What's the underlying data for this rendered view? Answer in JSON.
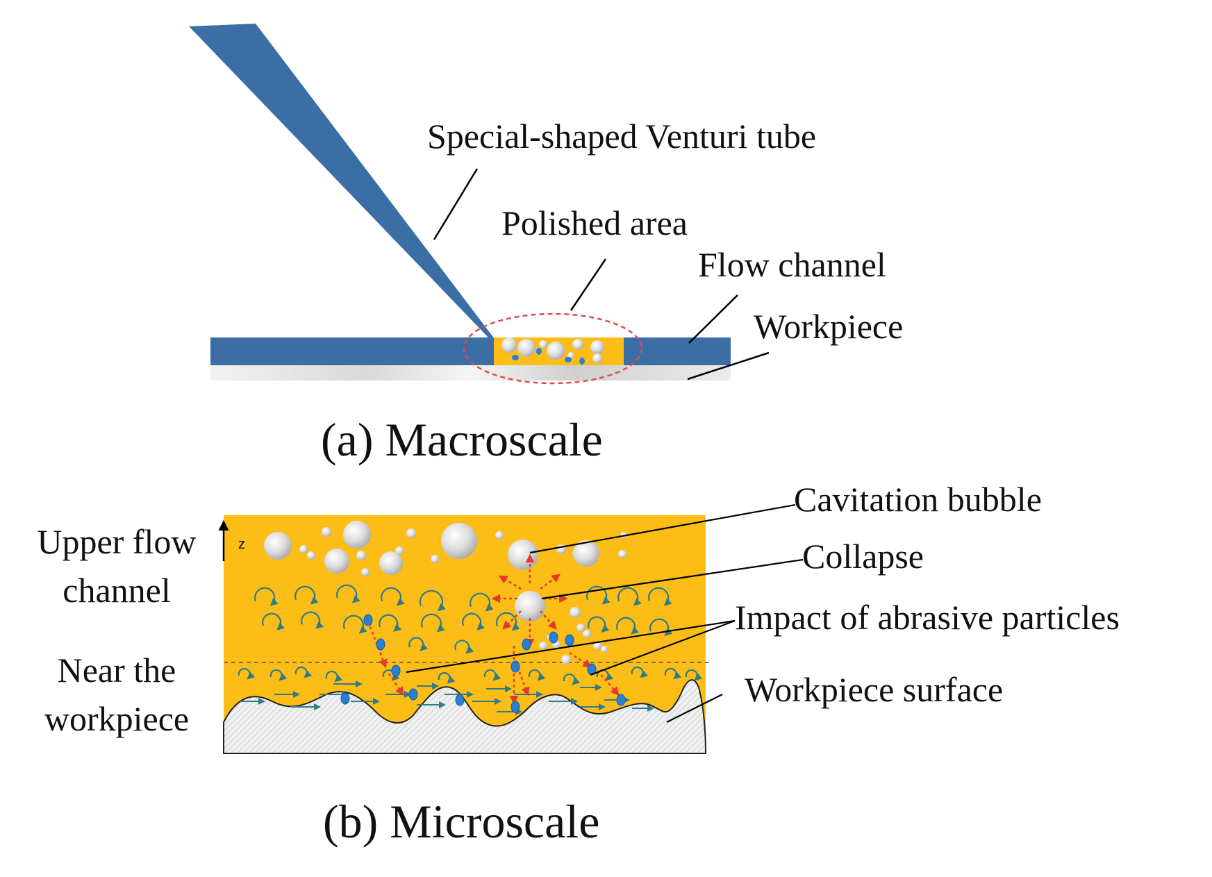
{
  "panel_a": {
    "caption": "(a) Macroscale",
    "labels": {
      "venturi": "Special-shaped Venturi tube",
      "polished": "Polished area",
      "flow_channel": "Flow channel",
      "workpiece": "Workpiece"
    }
  },
  "panel_b": {
    "caption": "(b) Microscale",
    "axis_label": "z",
    "left_labels": {
      "upper_line1": "Upper flow",
      "upper_line2": "channel",
      "near_line1": "Near the",
      "near_line2": "workpiece"
    },
    "labels": {
      "cavitation": "Cavitation bubble",
      "collapse": "Collapse",
      "impact": "Impact of abrasive particles",
      "surface": "Workpiece surface"
    }
  },
  "colors": {
    "blue": "#3a6ea5",
    "fluid": "#fbbd16",
    "bubble": "#d8d8d8",
    "swirl": "#2f7c87",
    "red_arrow": "#e03a2a",
    "particle": "#2a7fd0",
    "ellipse": "#e04a4a"
  }
}
